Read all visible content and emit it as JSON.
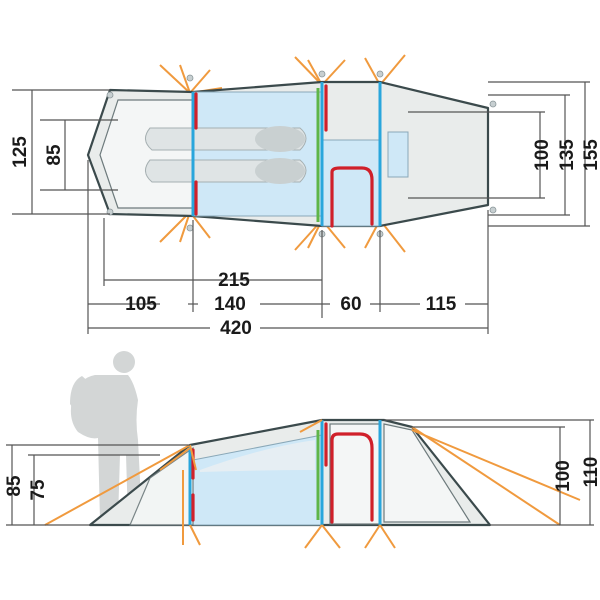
{
  "top_view": {
    "dims": {
      "width_125": "125",
      "width_85": "85",
      "width_100": "100",
      "width_135": "135",
      "width_155": "155",
      "length_215": "215",
      "length_105": "105",
      "length_140": "140",
      "length_60": "60",
      "length_115": "115",
      "length_420": "420"
    }
  },
  "side_view": {
    "dims": {
      "height_85": "85",
      "height_75": "75",
      "height_100": "100",
      "height_110": "110"
    }
  },
  "colors": {
    "pole_blue": "#29a6dc",
    "pole_red": "#d0202a",
    "pole_green": "#5fb548",
    "guy_lines": "#f09a3e",
    "mesh": "#cfe8f7",
    "fabric": "#e9eceb"
  }
}
